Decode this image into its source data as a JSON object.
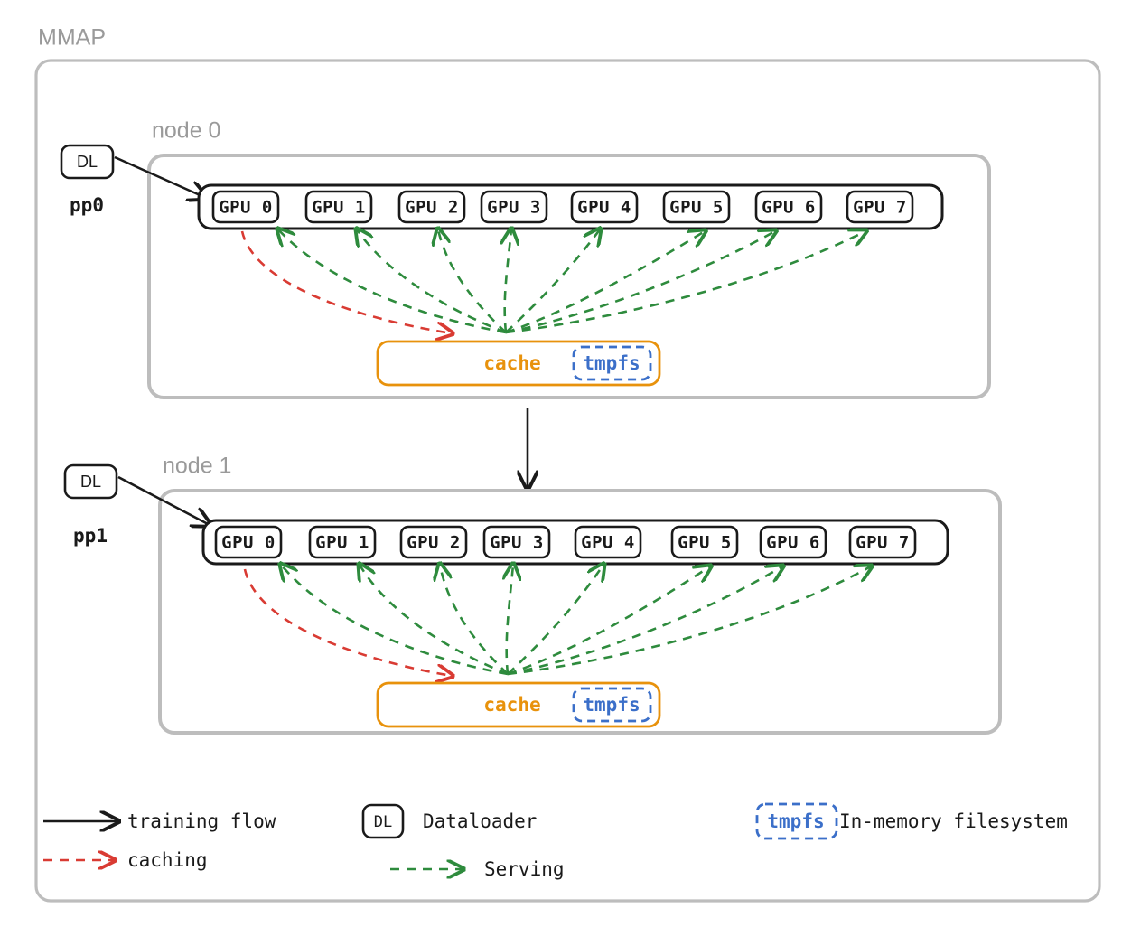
{
  "title": "MMAP",
  "colors": {
    "group_border": "#bdbdbd",
    "group_label": "#9a9a9a",
    "box_stroke": "#1a1a1a",
    "training_flow": "#1a1a1a",
    "caching": "#d93b33",
    "serving": "#2e8b3d",
    "cache_accent": "#e8920c",
    "tmpfs_accent": "#3b6fc9",
    "background": "#ffffff"
  },
  "nodes": [
    {
      "label": "node 0",
      "dataloader": "DL",
      "pipeline_stage": "pp0",
      "gpus": [
        "GPU 0",
        "GPU 1",
        "GPU 2",
        "GPU 3",
        "GPU 4",
        "GPU 5",
        "GPU 6",
        "GPU 7"
      ],
      "cache": {
        "label": "cache",
        "badge": "tmpfs"
      }
    },
    {
      "label": "node 1",
      "dataloader": "DL",
      "pipeline_stage": "pp1",
      "gpus": [
        "GPU 0",
        "GPU 1",
        "GPU 2",
        "GPU 3",
        "GPU 4",
        "GPU 5",
        "GPU 6",
        "GPU 7"
      ],
      "cache": {
        "label": "cache",
        "badge": "tmpfs"
      }
    }
  ],
  "legend": {
    "items": [
      {
        "key": "training-flow",
        "glyph": "solid-arrow",
        "label": "training flow",
        "color": "#1a1a1a"
      },
      {
        "key": "dataloader",
        "glyph": "dl-box",
        "box_text": "DL",
        "label": "Dataloader",
        "color": "#1a1a1a"
      },
      {
        "key": "tmpfs",
        "glyph": "dashed-box",
        "box_text": "tmpfs",
        "label": "In-memory filesystem",
        "color": "#3b6fc9"
      },
      {
        "key": "caching",
        "glyph": "dashed-arrow",
        "label": "caching",
        "color": "#d93b33"
      },
      {
        "key": "serving",
        "glyph": "dashed-arrow",
        "label": "Serving",
        "color": "#2e8b3d"
      }
    ]
  }
}
